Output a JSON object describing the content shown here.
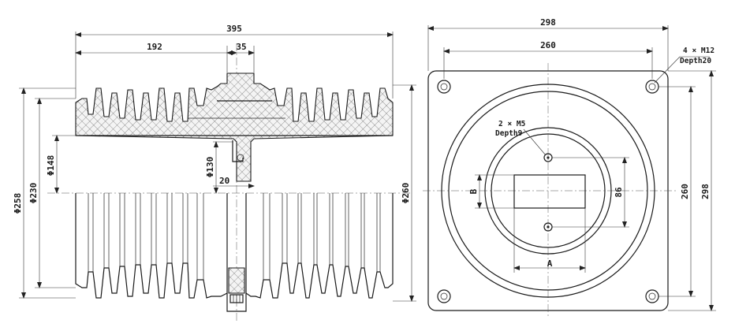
{
  "front_view": {
    "overall_width": "395",
    "half_width": "192",
    "top_boss_width": "35",
    "bore_width": "20",
    "dia_outer": "Φ258",
    "dia_second": "Φ230",
    "dia_inner": "Φ148",
    "dia_bore": "Φ130",
    "dia_right": "Φ260"
  },
  "end_view": {
    "flange_width": "298",
    "bolt_spacing": "260",
    "bolt_note": "4 × M12",
    "bolt_depth": "Depth20",
    "screw_note": "2 × M5",
    "screw_depth": "Depth9",
    "label_b": "B",
    "label_a": "A",
    "screw_spacing": "86",
    "bolt_spacing_vertical": "260",
    "flange_height": "298"
  }
}
